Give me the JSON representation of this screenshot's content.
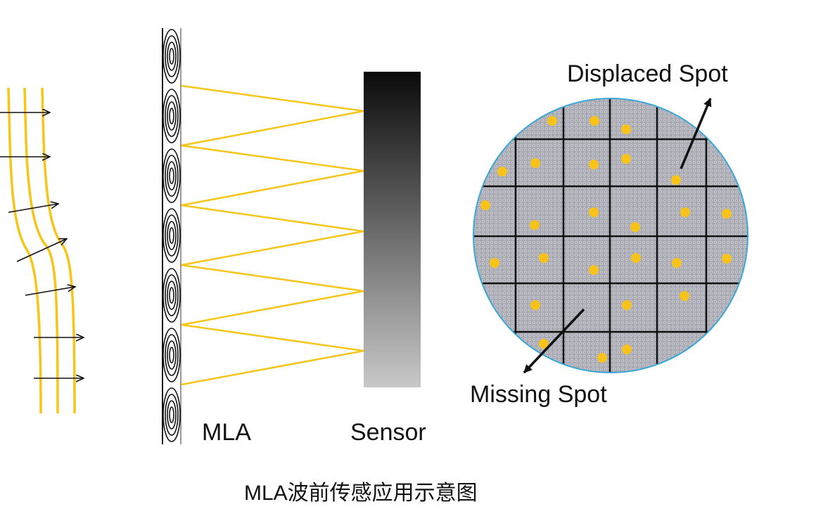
{
  "labels": {
    "mla": "MLA",
    "sensor": "Sensor",
    "displaced_spot": "Displaced Spot",
    "missing_spot": "Missing Spot",
    "caption": "MLA波前传感应用示意图"
  },
  "colors": {
    "wavefront": "#F5C518",
    "ray": "#F5C518",
    "spot": "#F7C21A",
    "grid": "#111111",
    "circle_edge": "#3AA7D8",
    "sensor_top": "#0a0a0a",
    "sensor_bottom": "#c8c8c8",
    "background_texture": "#a8a8b0"
  },
  "icons": {
    "wave_arrows": "right-arrow-icon",
    "callout_arrows": "pointer-arrow-icon"
  }
}
